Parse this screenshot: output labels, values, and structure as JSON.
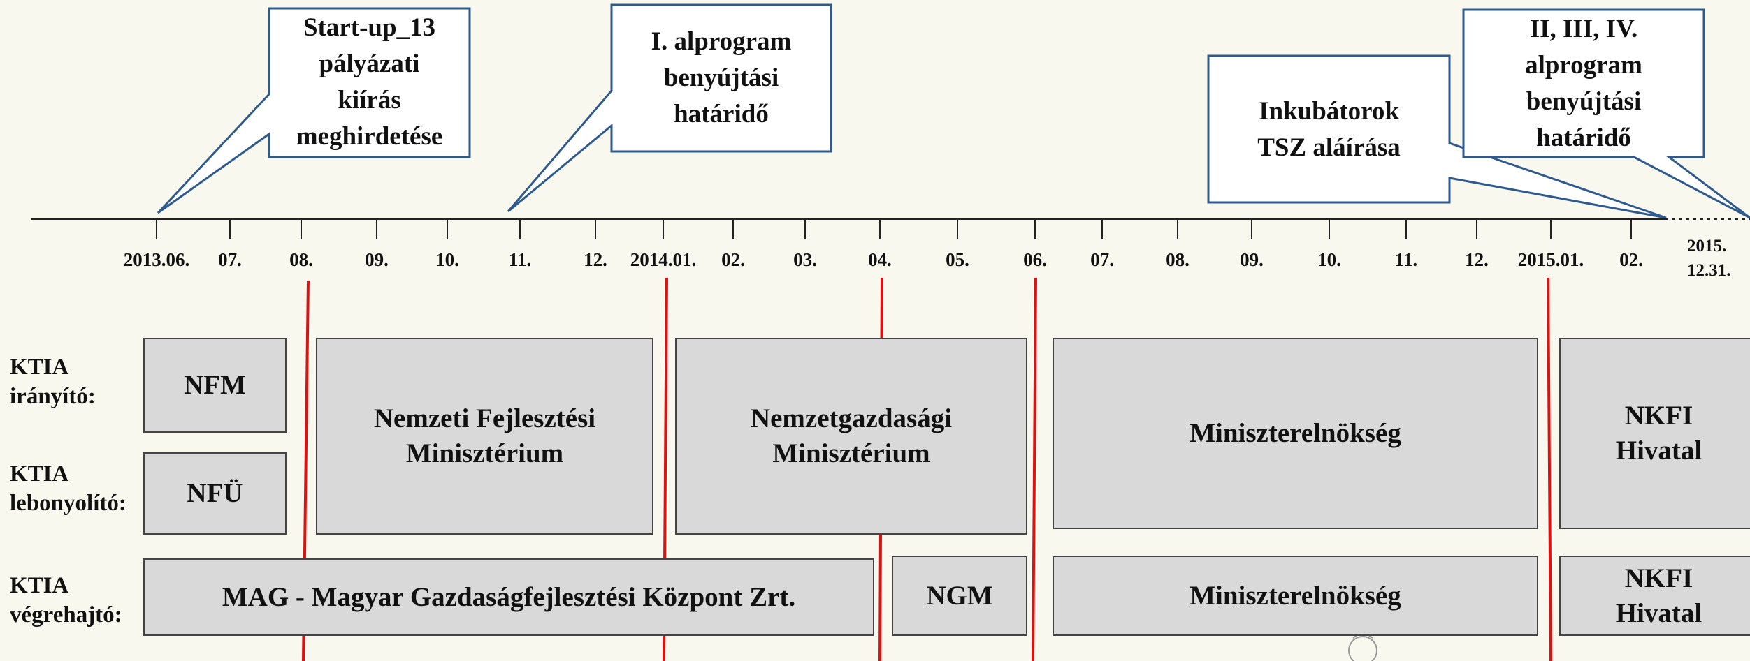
{
  "callouts": {
    "startup": {
      "lines": [
        "Start-up_13",
        "pályázati",
        "kiírás",
        "meghirdetése"
      ]
    },
    "alprogram1": {
      "lines": [
        "I. alprogram",
        "benyújtási",
        "határidő"
      ]
    },
    "inkubatorok": {
      "lines": [
        "Inkubátorok",
        "TSZ aláírása"
      ]
    },
    "alprogram234": {
      "lines": [
        "II, III, IV.",
        "alprogram",
        "benyújtási",
        "határidő"
      ]
    }
  },
  "timeline": {
    "ticks": [
      "2013.06.",
      "07.",
      "08.",
      "09.",
      "10.",
      "11.",
      "12.",
      "2014.01.",
      "02.",
      "03.",
      "04.",
      "05.",
      "06.",
      "07.",
      "08.",
      "09.",
      "10.",
      "11.",
      "12.",
      "2015.01.",
      "02."
    ],
    "end_label": [
      "2015.",
      "12.31."
    ]
  },
  "rows": {
    "iranyito": [
      "KTIA",
      "irányító:"
    ],
    "lebonyolito": [
      "KTIA",
      "lebonyolító:"
    ],
    "vegrehajto": [
      "KTIA",
      "végrehajtó:"
    ]
  },
  "boxes": {
    "nfm": [
      "NFM"
    ],
    "nfu": [
      "NFÜ"
    ],
    "nfm_full": [
      "Nemzeti Fejlesztési",
      "Minisztérium"
    ],
    "ngm_full": [
      "Nemzetgazdasági",
      "Minisztérium"
    ],
    "me_top": [
      "Miniszterelnökség"
    ],
    "nkfi_top": [
      "NKFI",
      "Hivatal"
    ],
    "mag": [
      "MAG - Magyar Gazdaságfejlesztési Központ Zrt."
    ],
    "ngm": [
      "NGM"
    ],
    "me_bottom": [
      "Miniszterelnökség"
    ],
    "nkfi_bottom": [
      "NKFI",
      "Hivatal"
    ]
  },
  "colors": {
    "callout_stroke": "#2e5a8e",
    "marker_line": "#e01010",
    "box_fill": "#d9d9d9",
    "background": "#f9f8ee"
  }
}
